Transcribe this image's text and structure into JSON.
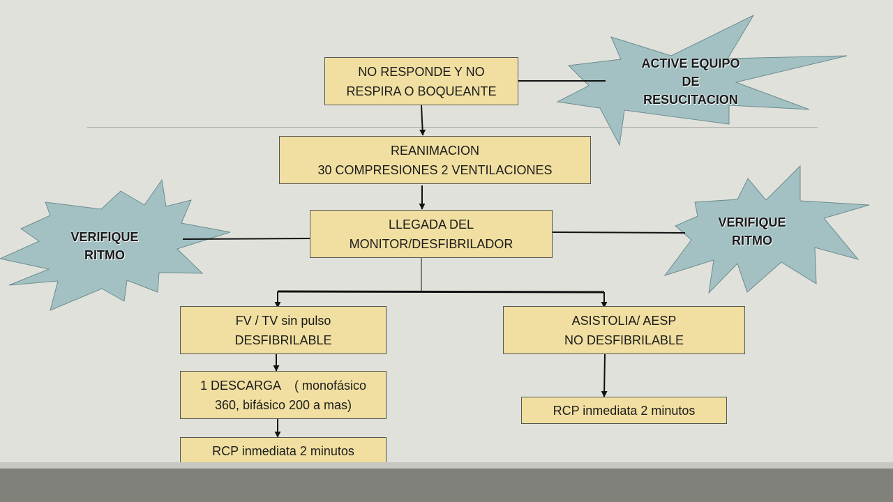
{
  "flowchart": {
    "start": [
      "NO RESPONDE Y NO",
      "RESPIRA O BOQUEANTE"
    ],
    "reanimacion": [
      "REANIMACION",
      "30 COMPRESIONES 2 VENTILACIONES"
    ],
    "monitor": [
      "LLEGADA DEL",
      "MONITOR/DESFIBRILADOR"
    ],
    "shockable": [
      "FV / TV sin pulso",
      "DESFIBRILABLE"
    ],
    "discharge": [
      "1 DESCARGA    ( monofásico",
      "360, bifásico 200 a mas)"
    ],
    "rcp_left": "RCP inmediata 2 minutos",
    "non_shockable": [
      "ASISTOLIA/ AESP",
      "NO DESFIBRILABLE"
    ],
    "rcp_right": "RCP inmediata 2 minutos"
  },
  "callouts": {
    "team": [
      "ACTIVE EQUIPO",
      "DE",
      "RESUCITACION"
    ],
    "rhythm_left": [
      "VERIFIQUE",
      "RITMO"
    ],
    "rhythm_right": [
      "VERIFIQUE",
      "RITMO"
    ]
  },
  "colors": {
    "box_fill": "#f0dfa0",
    "burst_fill": "#a3c1c3",
    "background": "#e1e1dc"
  }
}
